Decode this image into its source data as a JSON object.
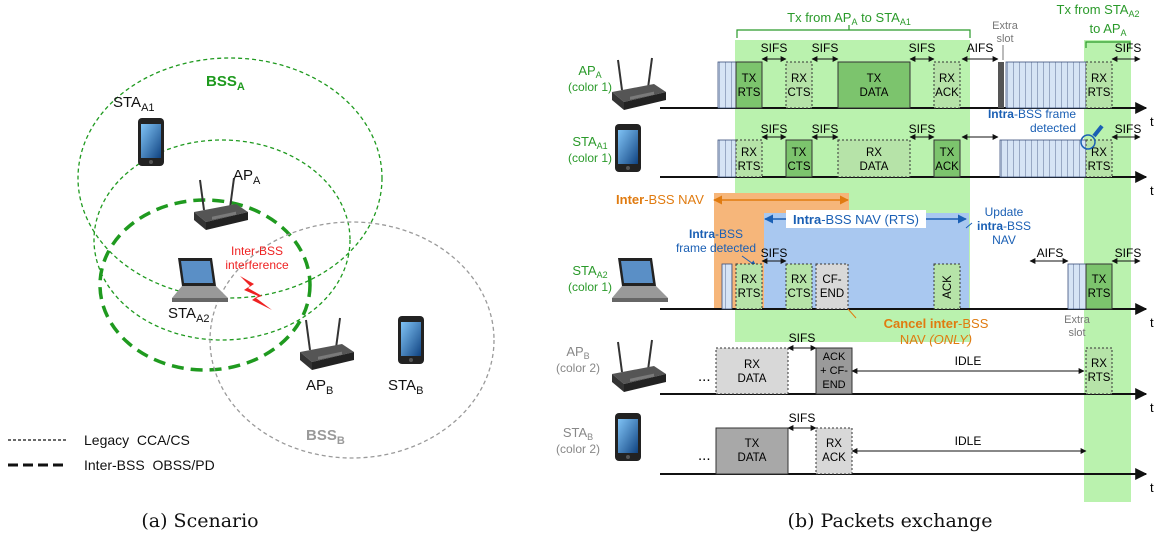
{
  "scenario": {
    "caption": "(a) Scenario",
    "bss_a_label": "BSS",
    "bss_a_sub": "A",
    "bss_b_label": "BSS",
    "bss_b_sub": "B",
    "sta_a1": "STA",
    "sta_a1_sub": "A1",
    "ap_a": "AP",
    "ap_a_sub": "A",
    "sta_a2": "STA",
    "sta_a2_sub": "A2",
    "ap_b": "AP",
    "ap_b_sub": "B",
    "sta_b": "STA",
    "sta_b_sub": "B",
    "interference_line1": "Inter-BSS",
    "interference_line2": "interference",
    "legend": [
      {
        "style": "thin-dashed",
        "label": "Legacy  CCA/CS"
      },
      {
        "style": "thick-dashed",
        "label": "Inter-BSS  OBSS/PD"
      }
    ],
    "colors": {
      "green": "#1f9a1f",
      "gray": "#9a9a9a",
      "red": "#ee2222"
    }
  },
  "exchange": {
    "caption": "(b) Packets exchange",
    "top_label_1": "Tx from AP",
    "top_label_1_sub1": "A",
    "top_label_1_mid": " to STA",
    "top_label_1_sub2": "A1",
    "top_label_2_line1": "Tx from STA",
    "top_label_2_sub": "A2",
    "top_label_2_line2": "to AP",
    "top_label_2_sub2": "A",
    "extra_slot": [
      "Extra",
      "slot"
    ],
    "rows": [
      {
        "name": "AP",
        "sub": "A",
        "color": "(color 1)"
      },
      {
        "name": "STA",
        "sub": "A1",
        "color": "(color 1)"
      },
      {
        "name": "STA",
        "sub": "A2",
        "color": "(color 1)"
      },
      {
        "name": "AP",
        "sub": "B",
        "color": "(color 2)"
      },
      {
        "name": "STA",
        "sub": "B",
        "color": "(color 2)"
      }
    ],
    "frames": {
      "tx_rts": [
        "TX",
        "RTS"
      ],
      "rx_cts": [
        "RX",
        "CTS"
      ],
      "tx_data": [
        "TX",
        "DATA"
      ],
      "rx_ack": [
        "RX",
        "ACK"
      ],
      "rx_rts": [
        "RX",
        "RTS"
      ],
      "tx_cts": [
        "TX",
        "CTS"
      ],
      "rx_data": [
        "RX",
        "DATA"
      ],
      "tx_ack": [
        "TX",
        "ACK"
      ],
      "cf_end": [
        "CF-",
        "END"
      ],
      "ack": "ACK",
      "ack_cf_end": [
        "ACK",
        "+ CF-",
        "END"
      ]
    },
    "sifs": "SIFS",
    "aifs": "AIFS",
    "idle": "IDLE",
    "dots": "...",
    "t": "t",
    "inter_bss_nav_bold": "Inter",
    "inter_bss_nav_rest": "-BSS NAV",
    "intra_bss_nav_bold": "Intra",
    "intra_bss_nav_rest": "-BSS NAV (RTS)",
    "intra_detected_1_bold": "Intra",
    "intra_detected_1_rest": "-BSS",
    "intra_detected_1_line2": "frame detected",
    "intra_detected_2_bold": "Intra",
    "intra_detected_2_rest": "-BSS frame",
    "intra_detected_2_line2": "detected",
    "update_line1": "Update",
    "update_line2": "intra",
    "update_line2_rest": "-BSS",
    "update_line3": "NAV",
    "cancel_bold": "Cancel inter",
    "cancel_rest": "-BSS",
    "cancel_line2": "NAV ",
    "cancel_line2_it": "(ONLY)",
    "colors": {
      "green_band": "#aef0a0",
      "blue_nav": "#a9c8f0",
      "orange_nav": "#f6b67a",
      "frame_green": "#7cc46d",
      "frame_green_light": "#b6e3a8",
      "orange_text": "#e07b10",
      "blue_text": "#1a5fb4",
      "green_text": "#2a9a2a"
    }
  }
}
